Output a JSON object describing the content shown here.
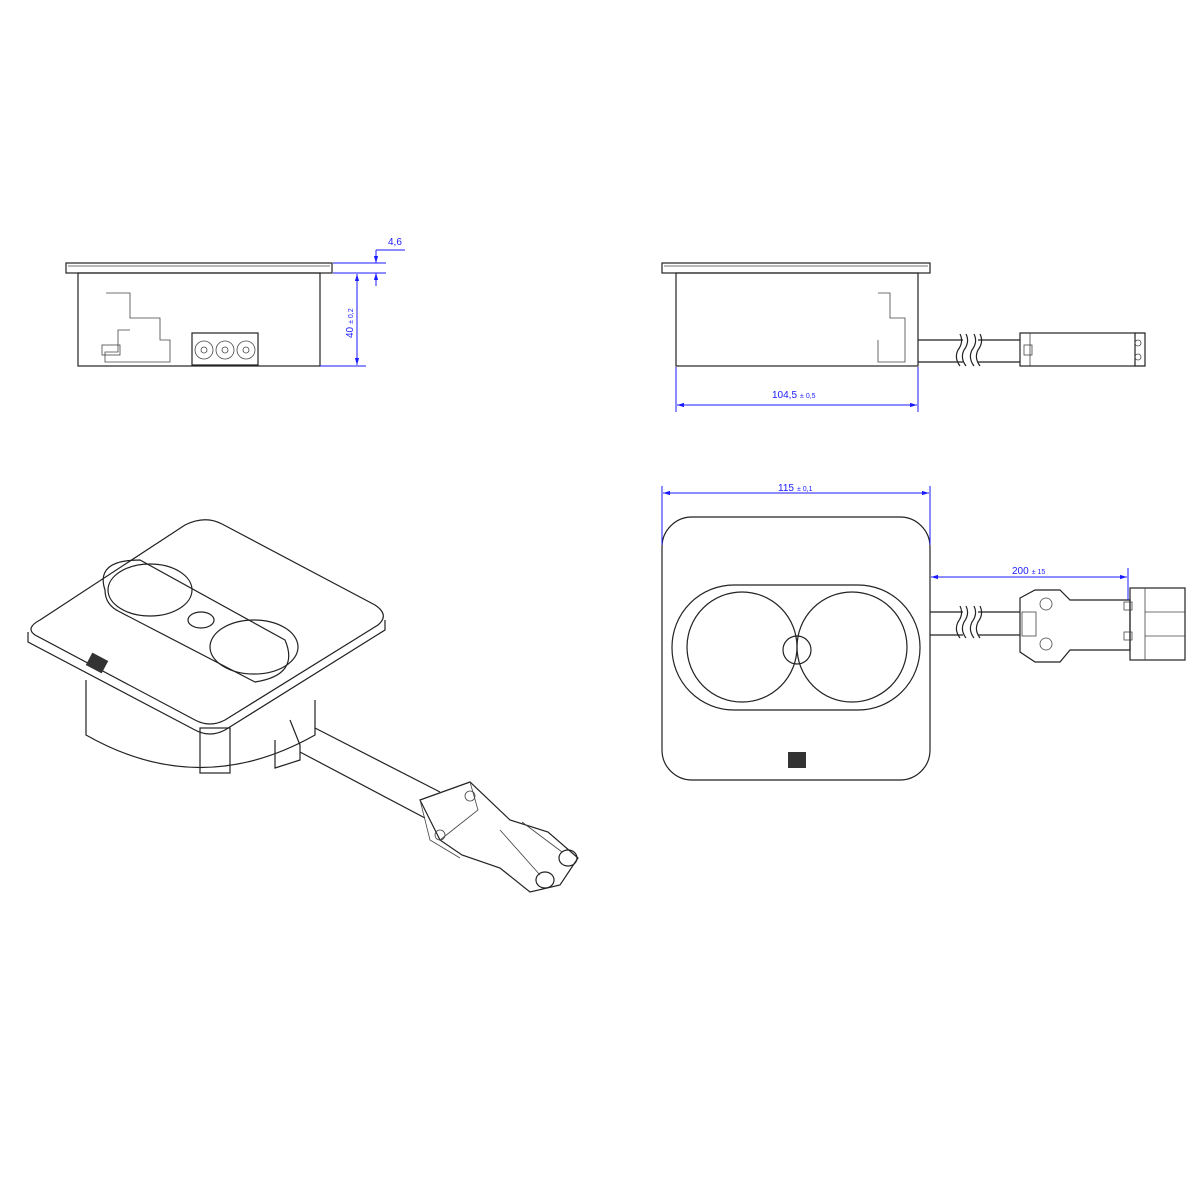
{
  "drawing": {
    "dimensions": {
      "plate_thickness": {
        "value": "4,6",
        "tolerance": ""
      },
      "body_height": {
        "value": "40",
        "tolerance": "± 0,2"
      },
      "body_width": {
        "value": "104,5",
        "tolerance": "± 0,5"
      },
      "plate_width": {
        "value": "115",
        "tolerance": "± 0,1"
      },
      "cable_length": {
        "value": "200",
        "tolerance": "± 15"
      }
    },
    "colors": {
      "outline": "#222222",
      "dimension": "#1a1aff",
      "background": "#ffffff"
    }
  }
}
